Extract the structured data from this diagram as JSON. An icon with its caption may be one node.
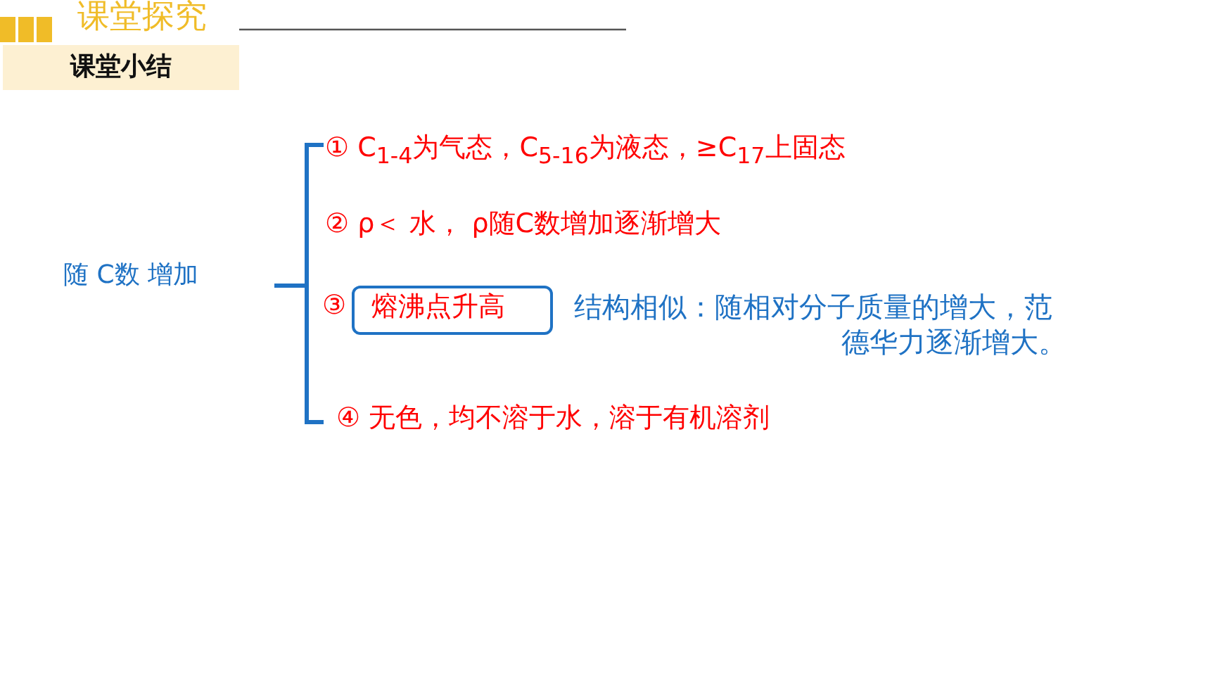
{
  "diagram": {
    "title": "课堂探究",
    "nodes": [
      {
        "text": [
          "课堂小结"
        ]
      },
      {
        "text": [
          "熔沸点升高"
        ]
      }
    ],
    "labels": [
      "随 C数 增加",
      "① C$_{1-4}$为气态，C$_{5-16}$为液态，≥C$_{17}$上固态",
      "② ρ＜ 水， ρ随C数增加逐渐增大",
      "③",
      "结构相似：随相对分子质量的增大，范德华力逐渐增大。",
      "④ 无色，均不溶于水，溶于有机溶剂"
    ]
  }
}
